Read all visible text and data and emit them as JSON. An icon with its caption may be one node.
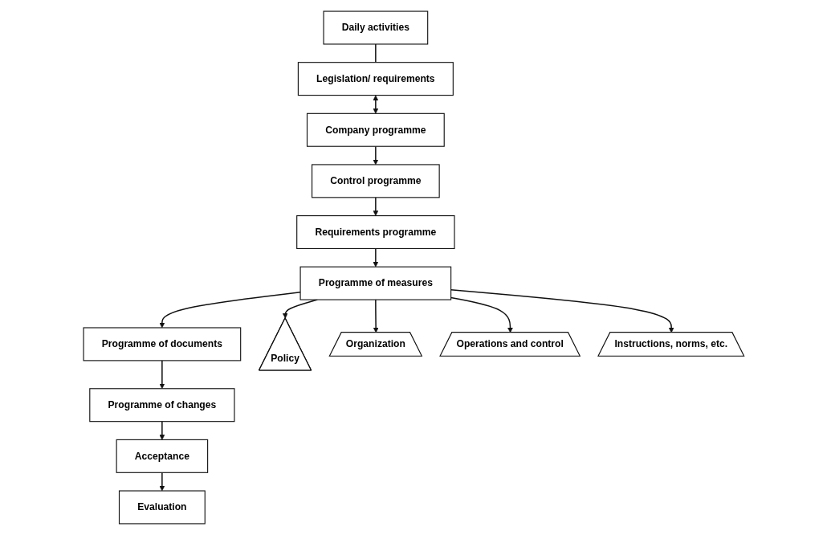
{
  "diagram": {
    "nodes": [
      {
        "text": [
          "Legislation/ requirements"
        ]
      },
      {
        "text": [
          "Daily activities"
        ]
      },
      {
        "text": [
          "Company programme"
        ]
      },
      {
        "text": [
          "Control programme"
        ]
      },
      {
        "text": [
          "Requirements programme"
        ]
      },
      {
        "text": [
          "Programme of measures"
        ]
      },
      {
        "text": [
          "Programme of documents"
        ]
      },
      {
        "text": [
          "Programme of changes"
        ]
      },
      {
        "text": [
          "Acceptance"
        ]
      },
      {
        "text": [
          "Evaluation"
        ]
      },
      {
        "text": [
          "Policy"
        ]
      },
      {
        "text": [
          "Organization"
        ]
      },
      {
        "text": [
          "Operations and control"
        ]
      },
      {
        "text": [
          "Instructions, norms, etc."
        ]
      }
    ],
    "edges": [
      {
        "from": 0,
        "to": 2,
        "arrow": "both"
      },
      {
        "from": 1,
        "to": 0,
        "arrow": "none"
      },
      {
        "from": 2,
        "to": 3,
        "arrow": "to"
      },
      {
        "from": 3,
        "to": 4,
        "arrow": "to"
      },
      {
        "from": 4,
        "to": 5,
        "arrow": "to"
      },
      {
        "from": 5,
        "to": 6,
        "arrow": "to"
      },
      {
        "from": 6,
        "to": 7,
        "arrow": "to"
      },
      {
        "from": 7,
        "to": 8,
        "arrow": "to"
      },
      {
        "from": 8,
        "to": 9,
        "arrow": "to"
      },
      {
        "from": 5,
        "to": 10,
        "arrow": "to"
      },
      {
        "from": 5,
        "to": 11,
        "arrow": "to"
      },
      {
        "from": 5,
        "to": 12,
        "arrow": "to"
      },
      {
        "from": 5,
        "to": 13,
        "arrow": "to"
      }
    ]
  }
}
